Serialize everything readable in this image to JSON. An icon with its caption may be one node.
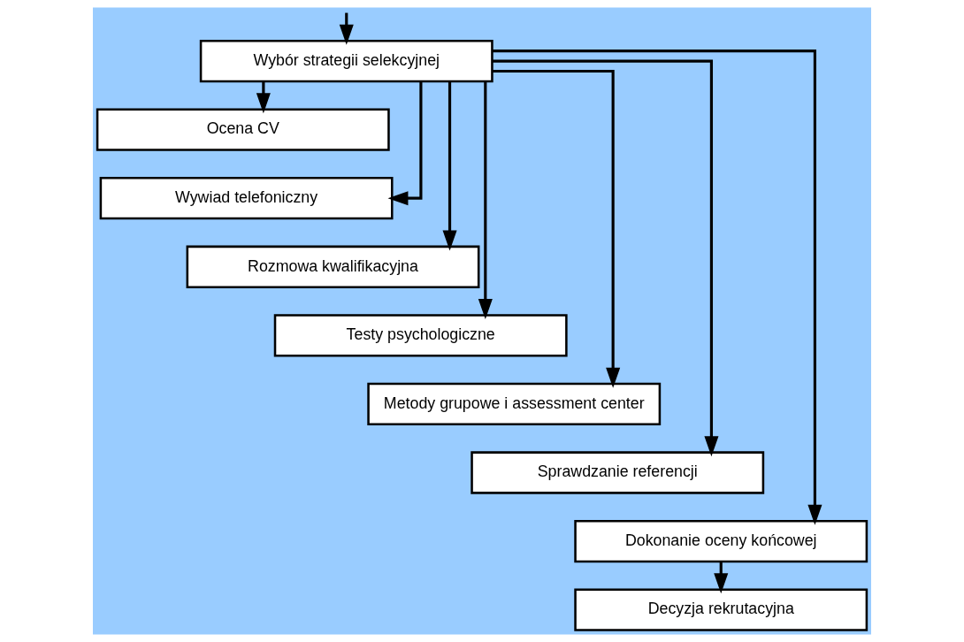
{
  "diagram": {
    "nodes": [
      {
        "text": [
          "Wybór strategii selekcyjnej"
        ]
      },
      {
        "text": [
          "Ocena CV"
        ]
      },
      {
        "text": [
          "Wywiad telefoniczny"
        ]
      },
      {
        "text": [
          "Rozmowa kwalifikacyjna"
        ]
      },
      {
        "text": [
          "Testy psychologiczne"
        ]
      },
      {
        "text": [
          "Metody grupowe i assessment center"
        ]
      },
      {
        "text": [
          "Sprawdzanie referencji"
        ]
      },
      {
        "text": [
          "Dokonanie oceny końcowej"
        ]
      },
      {
        "text": [
          "Decyzja rekrutacyjna"
        ]
      }
    ],
    "edges": [
      {
        "from": null,
        "to": 0,
        "arrow": "to"
      },
      {
        "from": 0,
        "to": 1,
        "arrow": "to"
      },
      {
        "from": 0,
        "to": 2,
        "arrow": "to"
      },
      {
        "from": 0,
        "to": 3,
        "arrow": "to"
      },
      {
        "from": 0,
        "to": 4,
        "arrow": "to"
      },
      {
        "from": 0,
        "to": 5,
        "arrow": "to"
      },
      {
        "from": 0,
        "to": 6,
        "arrow": "to"
      },
      {
        "from": 0,
        "to": 7,
        "arrow": "to"
      },
      {
        "from": 7,
        "to": 8,
        "arrow": "to"
      }
    ]
  }
}
